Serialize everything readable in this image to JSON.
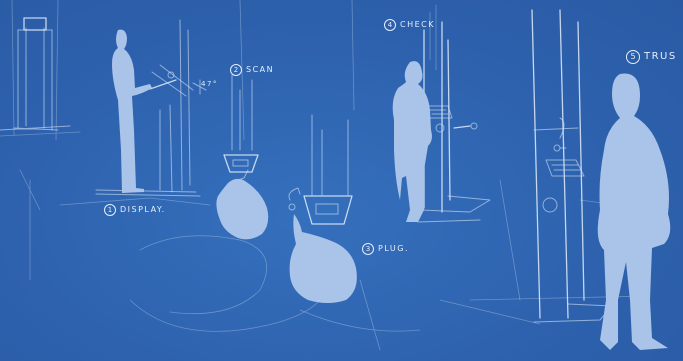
{
  "steps": [
    {
      "number": "1",
      "text": "DISPLAY."
    },
    {
      "number": "2",
      "text": "SCAN"
    },
    {
      "number": "3",
      "text": "PLUG."
    },
    {
      "number": "4",
      "text": "CHECK"
    },
    {
      "number": "5",
      "text": "TRUS"
    }
  ],
  "annotations": {
    "angle": "47°"
  },
  "colors": {
    "background": "#2f64b1",
    "sketch_line": "#d6e4f7",
    "figure": "#a9c3e9"
  }
}
